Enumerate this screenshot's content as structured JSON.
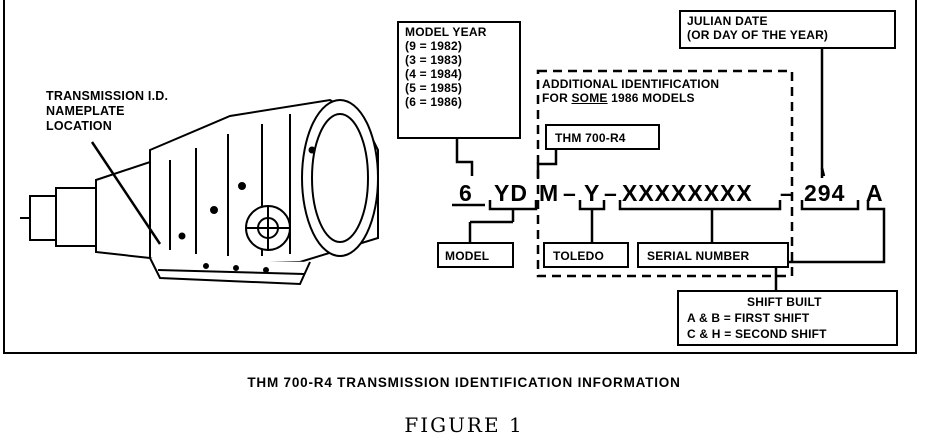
{
  "nameplate_label": [
    "TRANSMISSION I.D.",
    "NAMEPLATE",
    "LOCATION"
  ],
  "model_year": {
    "title": "MODEL YEAR",
    "rows": [
      "(9 = 1982)",
      "(3 = 1983)",
      "(4 = 1984)",
      "(5 = 1985)",
      "(6 = 1986)"
    ]
  },
  "julian_date": [
    "JULIAN DATE",
    "(OR DAY OF THE YEAR)"
  ],
  "additional_id": {
    "line1": "ADDITIONAL IDENTIFICATION",
    "line2_prefix": "FOR ",
    "line2_underlined": "SOME",
    "line2_suffix": " 1986 MODELS"
  },
  "thm_box": "THM 700-R4",
  "code_segments": {
    "year": "6",
    "model": "YD",
    "plant": "M",
    "dash1": "–",
    "plant2": "Y",
    "dash2": "–",
    "serial": "XXXXXXXX",
    "dash3": "–",
    "julian": "294",
    "shift": "A"
  },
  "boxes": {
    "model": "MODEL",
    "toledo": "TOLEDO",
    "serial_number": "SERIAL NUMBER"
  },
  "shift_built": [
    "SHIFT BUILT",
    "A & B  =  FIRST SHIFT",
    "C & H  =  SECOND SHIFT"
  ],
  "caption": "THM 700-R4 TRANSMISSION IDENTIFICATION INFORMATION",
  "figure_label": "FIGURE 1"
}
